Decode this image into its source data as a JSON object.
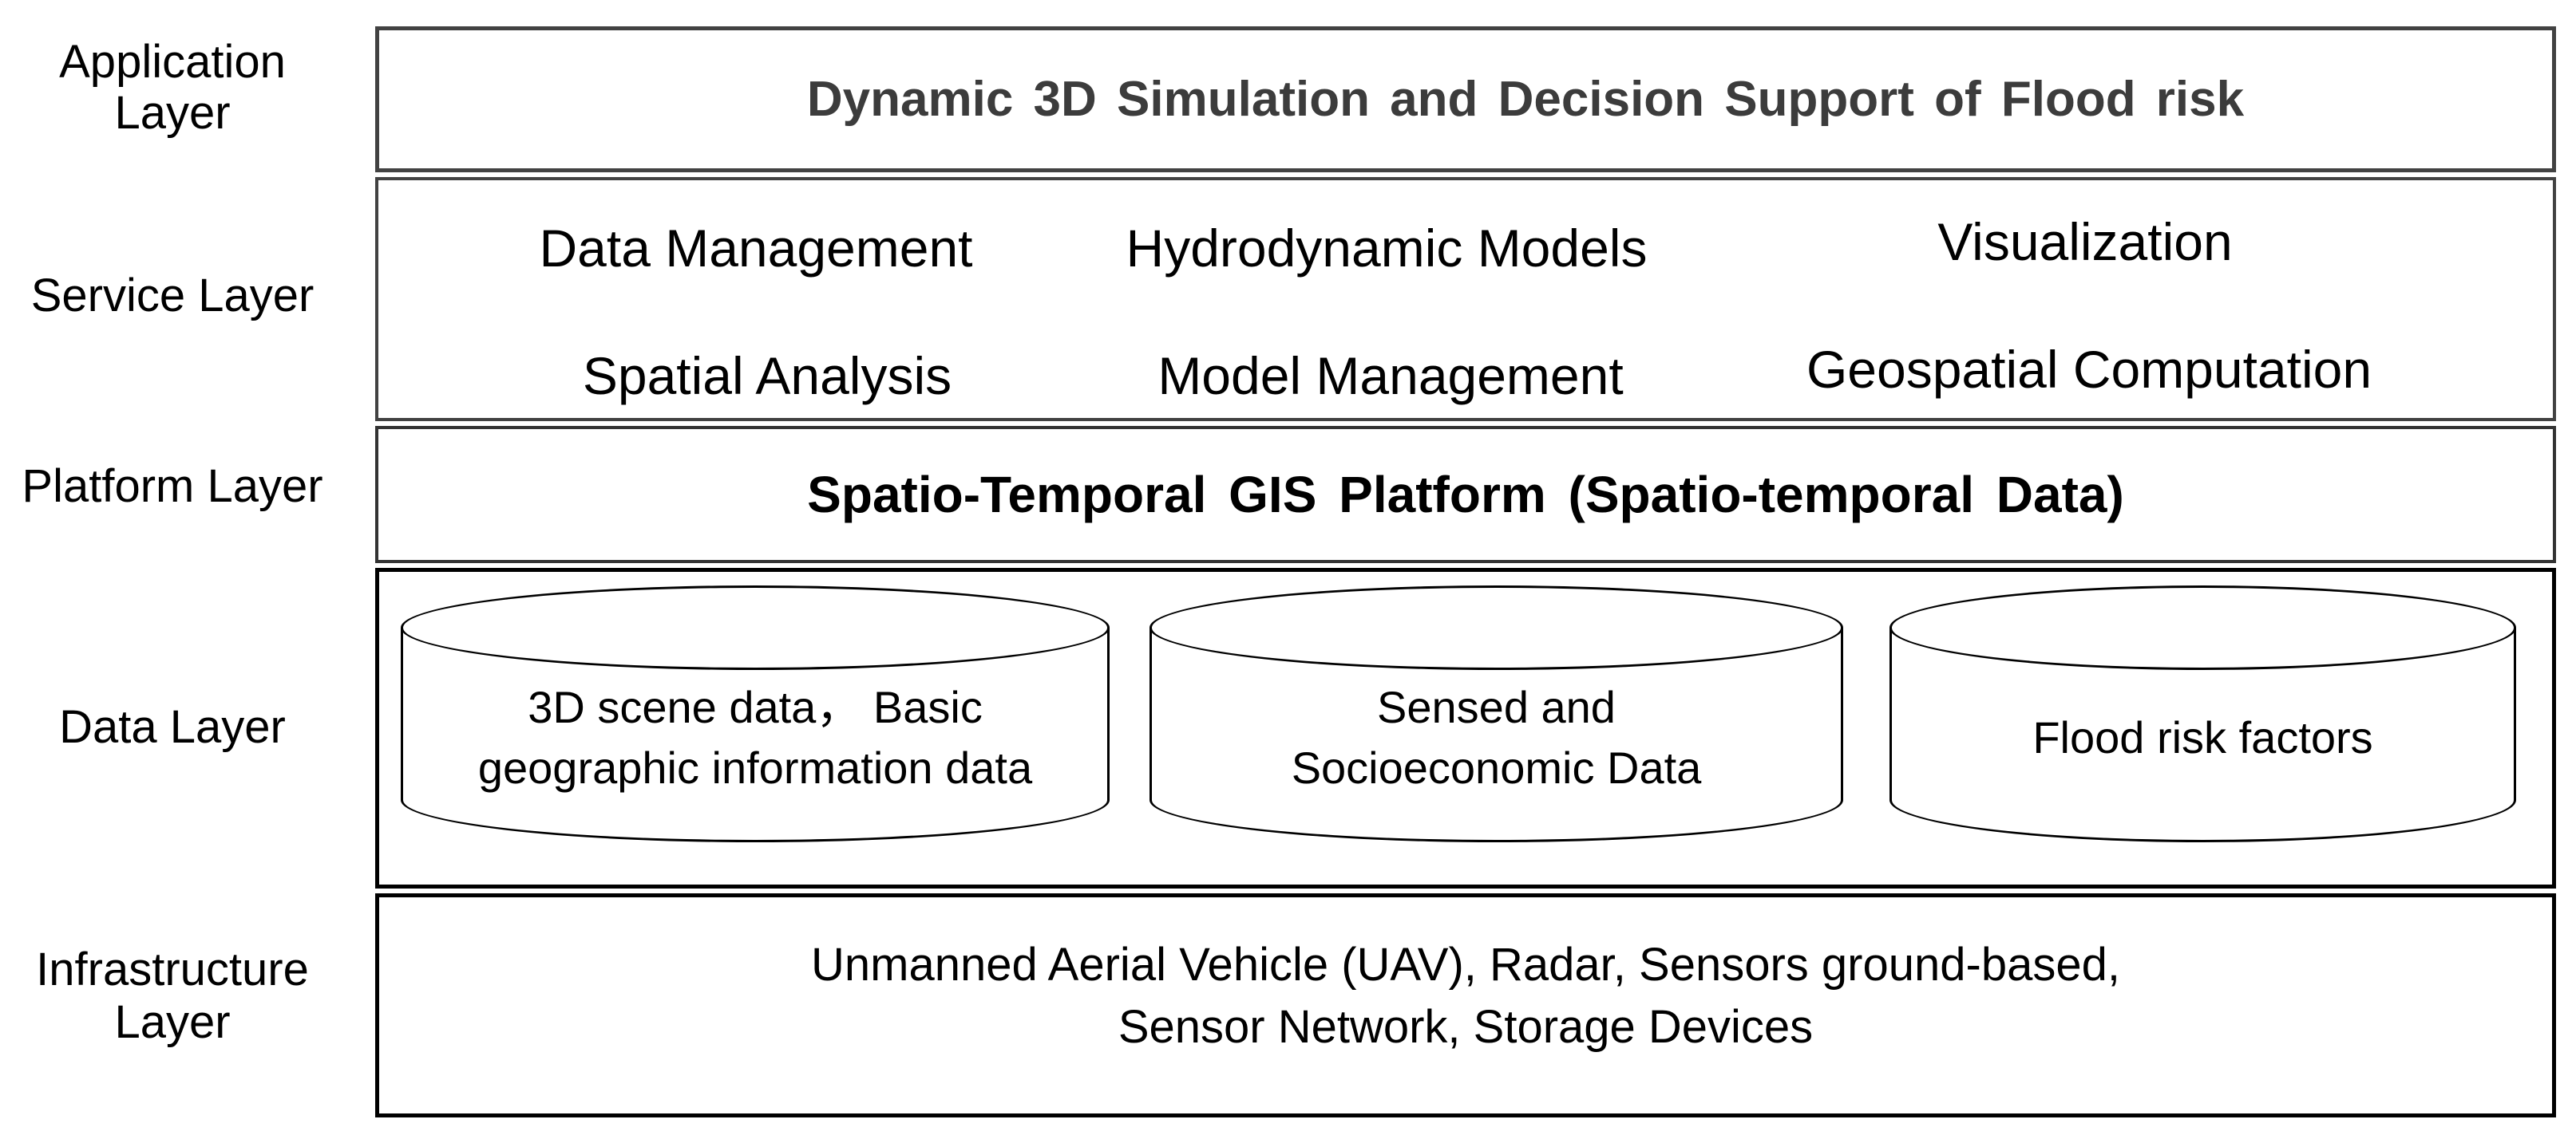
{
  "diagram_title": "Dynamic 3D Simulation and Decision Support of Flood risk",
  "sidebar": {
    "application": {
      "lines": [
        "Application",
        "Layer"
      ]
    },
    "service": {
      "lines": [
        "Service Layer"
      ]
    },
    "platform": {
      "lines": [
        "Platform Layer"
      ]
    },
    "data": {
      "lines": [
        "Data Layer"
      ]
    },
    "infrastructure": {
      "lines": [
        "Infrastructure",
        "Layer"
      ]
    }
  },
  "application": {
    "title": "Dynamic 3D Simulation and Decision Support of Flood risk"
  },
  "service": {
    "row1": [
      "Data Management",
      "Hydrodynamic Models",
      "Visualization"
    ],
    "row2": [
      "Spatial Analysis",
      "Model Management",
      "Geospatial Computation"
    ]
  },
  "platform": {
    "title": "Spatio-Temporal GIS Platform (Spatio-temporal Data)"
  },
  "data_layer": {
    "cylinders": [
      {
        "name": "3d-scene-basic-geographic-data",
        "lines": [
          "3D scene data， Basic",
          "geographic information data"
        ]
      },
      {
        "name": "sensed-socioeconomic-data",
        "lines": [
          "Sensed and",
          "Socioeconomic Data"
        ]
      },
      {
        "name": "flood-risk-factors",
        "lines": [
          "Flood risk factors"
        ]
      }
    ]
  },
  "infrastructure": {
    "lines": [
      "Unmanned Aerial Vehicle (UAV), Radar, Sensors ground-based,",
      "Sensor Network, Storage Devices"
    ]
  },
  "colors": {
    "background": "#ffffff",
    "text": "#000000",
    "application_title_text": "#3c3c3c",
    "thin_border_gray": "#424242",
    "thick_border_black": "#000000"
  }
}
